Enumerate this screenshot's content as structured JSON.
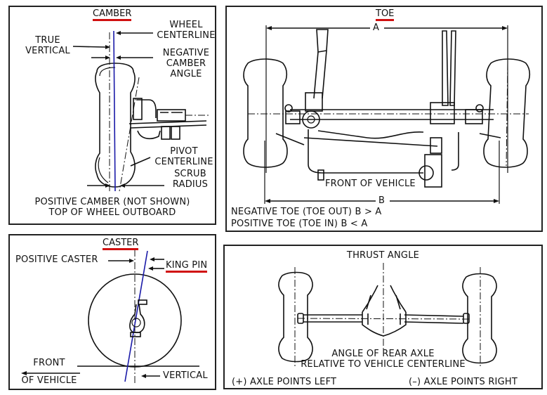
{
  "camber": {
    "title": "CAMBER",
    "true_vertical": [
      "TRUE",
      "VERTICAL"
    ],
    "wheel_centerline": [
      "WHEEL",
      "CENTERLINE"
    ],
    "negative_camber_angle": [
      "NEGATIVE",
      "CAMBER",
      "ANGLE"
    ],
    "pivot_centerline": [
      "PIVOT",
      "CENTERLINE"
    ],
    "scrub_radius": [
      "SCRUB",
      "RADIUS"
    ],
    "footer": [
      "POSITIVE CAMBER (NOT SHOWN)",
      "TOP OF WHEEL OUTBOARD"
    ]
  },
  "toe": {
    "title": "TOE",
    "dim_a": "A",
    "dim_b": "B",
    "front_of_vehicle": "FRONT OF VEHICLE",
    "footer": [
      "NEGATIVE TOE (TOE OUT) B > A",
      "POSITIVE TOE (TOE IN) B < A"
    ]
  },
  "caster": {
    "title": "CASTER",
    "positive_caster": "POSITIVE CASTER",
    "king_pin": "KING PIN",
    "front_of_vehicle": [
      "FRONT",
      "OF VEHICLE"
    ],
    "vertical": "VERTICAL"
  },
  "thrust": {
    "title": "THRUST ANGLE",
    "description": [
      "ANGLE OF REAR AXLE",
      "RELATIVE TO VEHICLE CENTERLINE"
    ],
    "left_note": "(+) AXLE POINTS LEFT",
    "right_note": "(–) AXLE POINTS RIGHT"
  },
  "colors": {
    "highlight_underline": "#d01010",
    "axis_line": "#1a1aa8",
    "ink": "#111111"
  }
}
